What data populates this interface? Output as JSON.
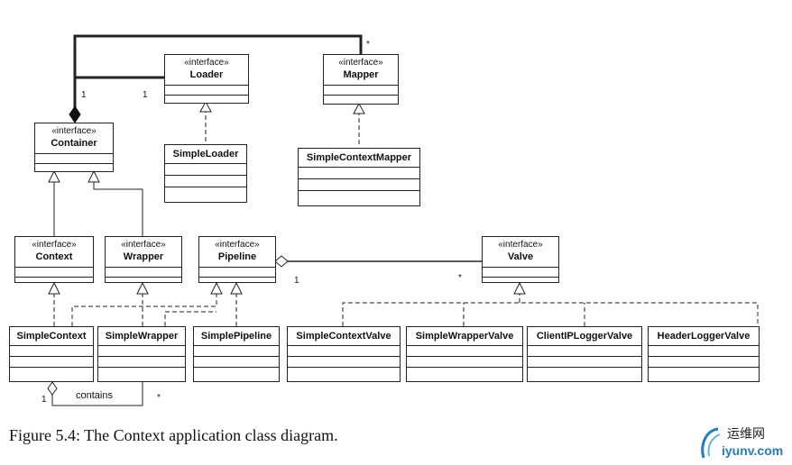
{
  "stereotype": "«interface»",
  "interfaces": {
    "loader": "Loader",
    "mapper": "Mapper",
    "container": "Container",
    "context": "Context",
    "wrapper": "Wrapper",
    "pipeline": "Pipeline",
    "valve": "Valve"
  },
  "classes": {
    "simple_loader": "SimpleLoader",
    "simple_context_mapper": "SimpleContextMapper",
    "simple_context": "SimpleContext",
    "simple_wrapper": "SimpleWrapper",
    "simple_pipeline": "SimplePipeline",
    "simple_context_valve": "SimpleContextValve",
    "simple_wrapper_valve": "SimpleWrapperValve",
    "client_ip_logger_valve": "ClientIPLoggerValve",
    "header_logger_valve": "HeaderLoggerValve"
  },
  "multiplicities": {
    "container_top": "1",
    "loader_left": "1",
    "mapper_star": "*",
    "pipeline_one": "1",
    "valve_star": "*",
    "contains_one": "1",
    "contains_star": "*"
  },
  "association_label": "contains",
  "caption": "Figure 5.4: The Context application class diagram.",
  "watermark": {
    "cn": "运维网",
    "en": "iyunv.com"
  }
}
